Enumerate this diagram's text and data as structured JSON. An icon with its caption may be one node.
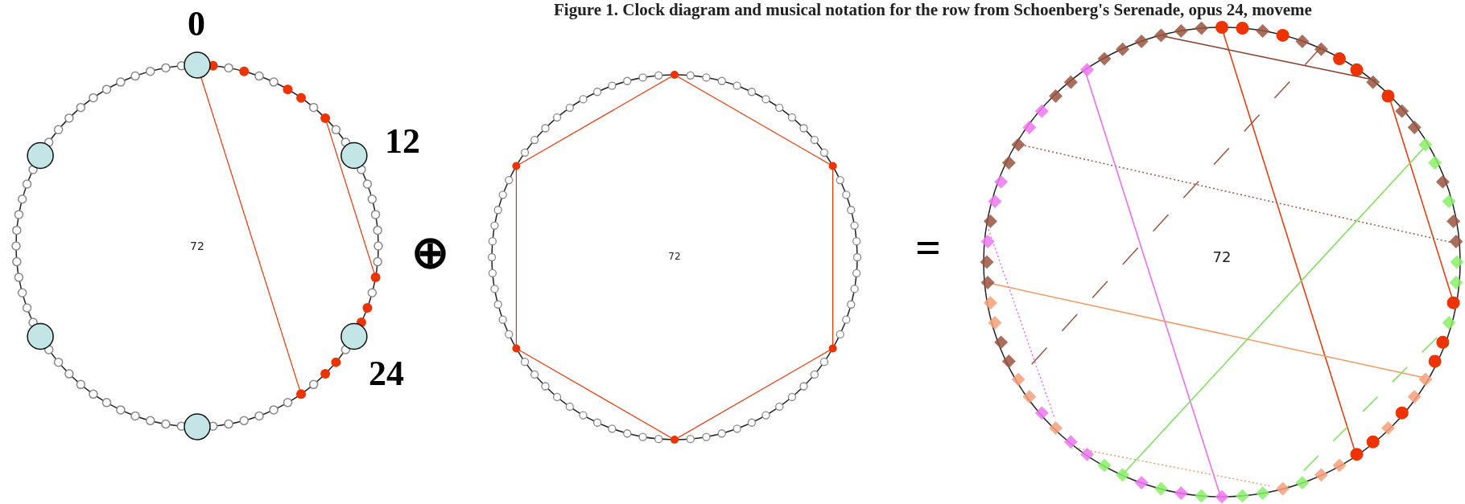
{
  "diagram": {
    "caption": "Figure 1. Clock diagram and musical notation for the row from Schoenberg's Serenade, opus 24, moveme",
    "labels": [
      "0",
      "12",
      "72",
      "⊕",
      "72",
      "=",
      "72",
      "24"
    ]
  }
}
